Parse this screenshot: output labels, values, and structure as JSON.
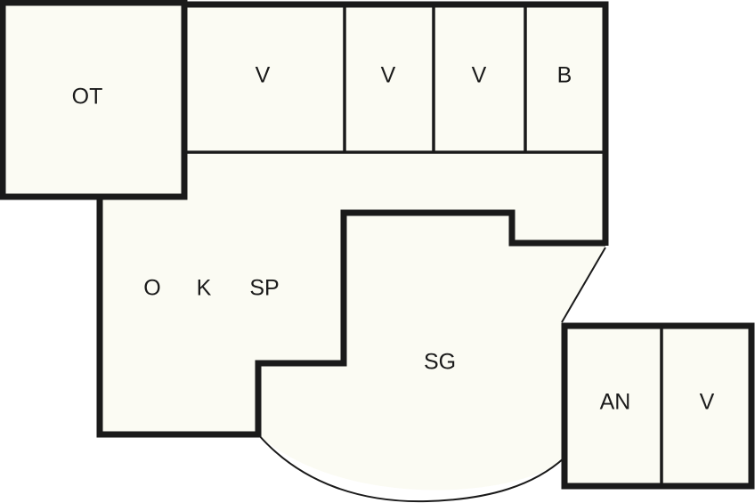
{
  "rooms": {
    "ot": "OT",
    "v1": "V",
    "v2": "V",
    "v3": "V",
    "b": "B",
    "o": "O",
    "k": "K",
    "sp": "SP",
    "sg": "SG",
    "an": "AN",
    "v4": "V"
  },
  "colors": {
    "room_fill": "#fbfbf3",
    "wall": "#1a1a1a"
  }
}
